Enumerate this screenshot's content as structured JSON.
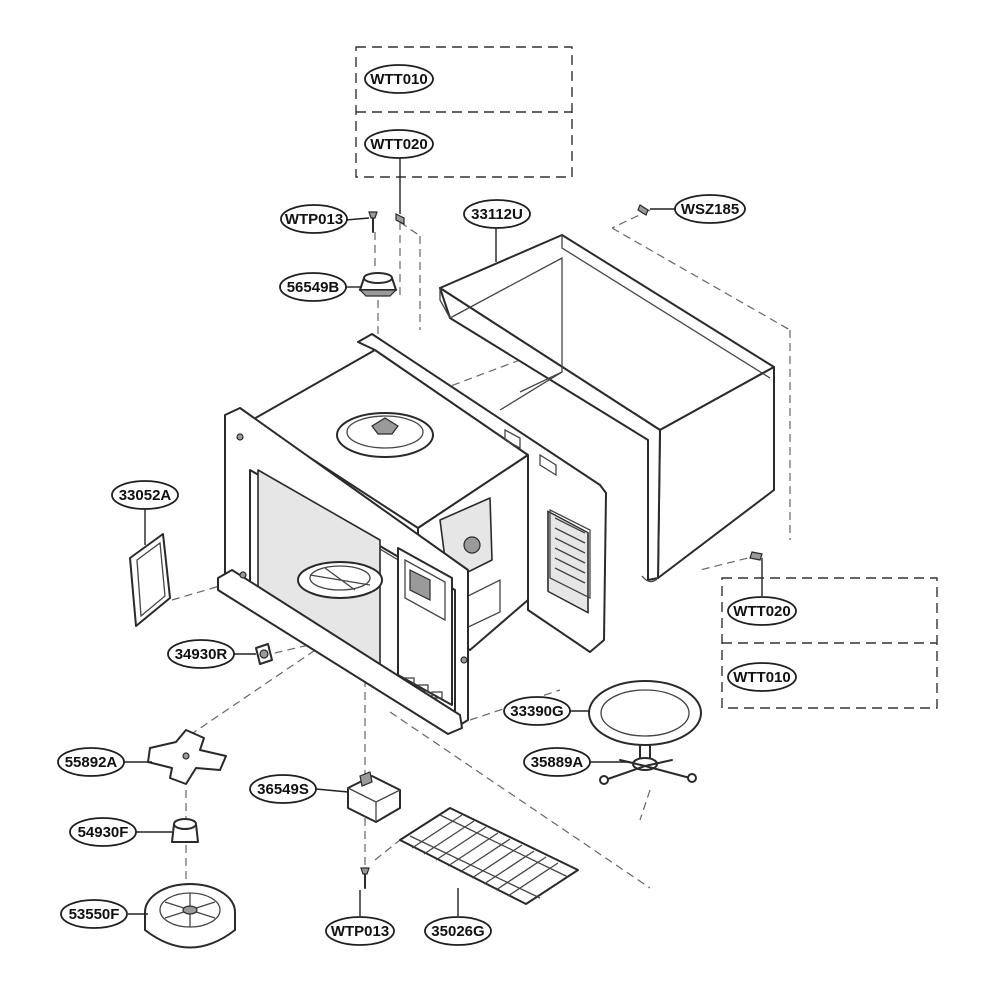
{
  "diagram": {
    "part_labels": {
      "wtt010_top": "WTT010",
      "wtt020_top": "WTT020",
      "wtp013_top": "WTP013",
      "p33112u": "33112U",
      "wsz185": "WSZ185",
      "p56549b": "56549B",
      "p33052a": "33052A",
      "p34930r": "34930R",
      "wtt020_right": "WTT020",
      "wtt010_right": "WTT010",
      "p33390g": "33390G",
      "p35889a": "35889A",
      "p55892a": "55892A",
      "p36549s": "36549S",
      "p54930f": "54930F",
      "p53550f": "53550F",
      "wtp013_bottom": "WTP013",
      "p35026g": "35026G"
    }
  }
}
